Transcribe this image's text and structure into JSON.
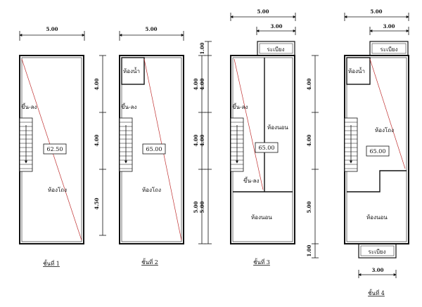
{
  "floors": [
    {
      "caption": "ชั้นที่ 1",
      "area": "62.50",
      "width_dim": "5.00",
      "depth_dims": [
        "4.00",
        "4.00",
        "4.50"
      ],
      "rooms": {
        "stair": "ขึ้น-ลง",
        "living": "ห้องโถง"
      }
    },
    {
      "caption": "ชั้นที่ 2",
      "area": "65.00",
      "width_dim": "5.00",
      "depth_dims": [
        "4.00",
        "4.00",
        "5.00"
      ],
      "rooms": {
        "bath": "ห้องน้ำ",
        "stair": "ขึ้น-ลง",
        "living": "ห้องโถง"
      }
    },
    {
      "caption": "ชั้นที่ 3",
      "area": "65.00",
      "width_dim": "5.00",
      "balcony_dim": "3.00",
      "depth_dims": [
        "1.00",
        "4.00",
        "4.00",
        "5.00"
      ],
      "rooms": {
        "balcony": "ระเบียง",
        "stair": "ขึ้น-ลง",
        "stair2": "ขึ้น-ลง",
        "bed1": "ห้องนอน",
        "bed2": "ห้องนอน"
      }
    },
    {
      "caption": "ชั้นที่ 4",
      "area": "65.00",
      "width_dim": "5.00",
      "balcony_dim_top": "3.00",
      "balcony_dim_bottom": "3.00",
      "depth_dims": [
        "4.00",
        "4.00",
        "5.00",
        "1.00"
      ],
      "rooms": {
        "balcony_top": "ระเบียง",
        "balcony_bottom": "ระเบียง",
        "bath": "ห้องน้ำ",
        "living": "ห้องโถง",
        "bed": "ห้องนอน"
      }
    }
  ]
}
